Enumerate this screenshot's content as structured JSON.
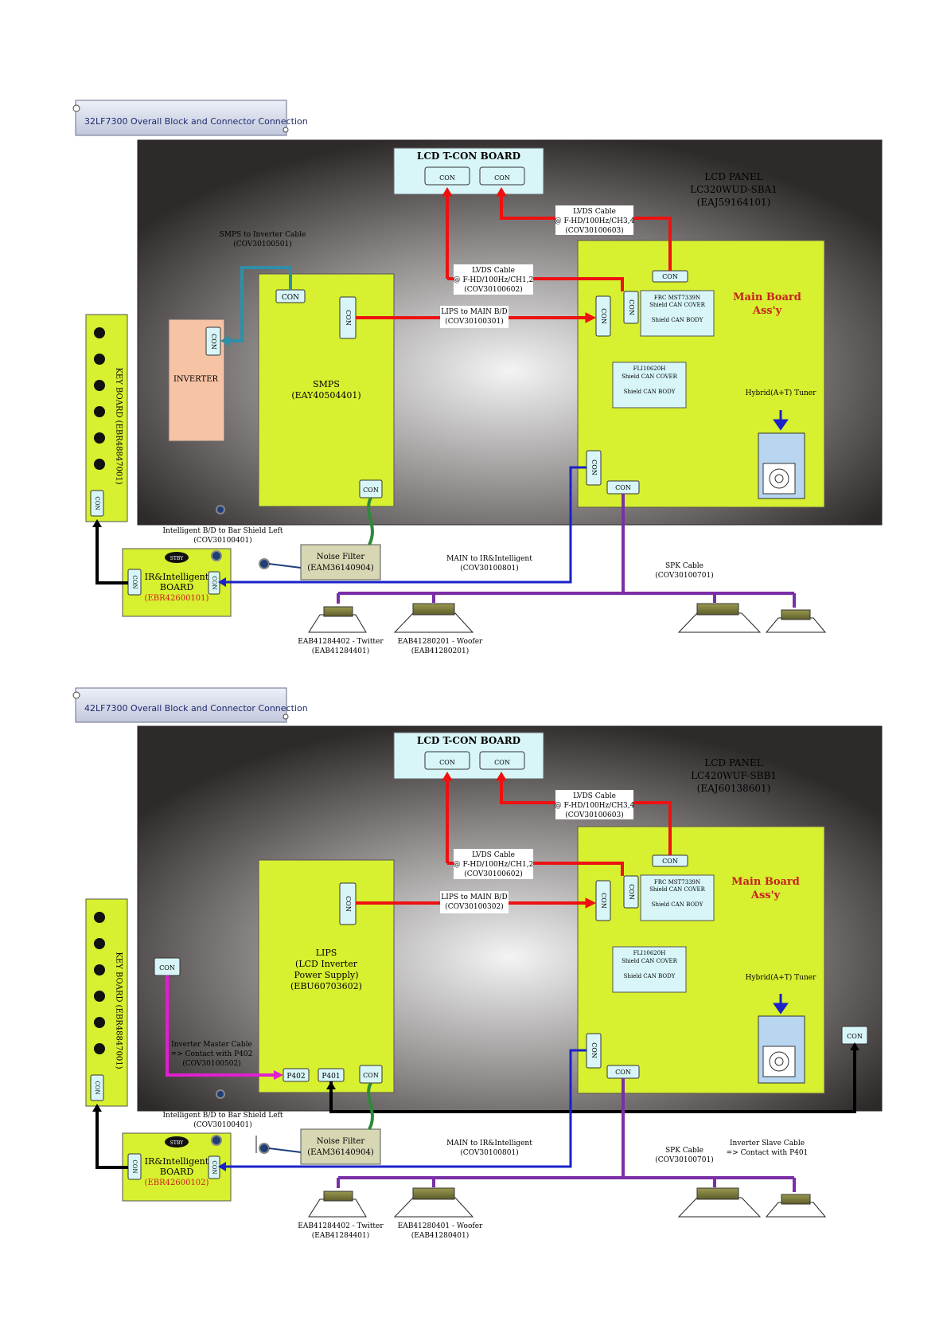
{
  "diagrams": [
    {
      "title": "32LF7300  Overall Block and Connector Connection",
      "tcon": {
        "title": "LCD T-CON BOARD",
        "con1": "CON",
        "con2": "CON"
      },
      "panel": [
        "LCD PANEL",
        "LC320WUD-SBA1",
        "(EAJ59164101)"
      ],
      "lvds2": [
        "LVDS Cable",
        "@ F-HD/100Hz/CH3,4",
        "(COV30100603)"
      ],
      "lvds1": [
        "LVDS Cable",
        "@ F-HD/100Hz/CH1,2",
        "(COV30100602)"
      ],
      "inv_cable": [
        "SMPS to Inverter Cable",
        "(COV30100501)"
      ],
      "inverter": {
        "label": "INVERTER",
        "con": "CON"
      },
      "power": {
        "con_top": "CON",
        "con_side": "CON",
        "con_bottom": "CON",
        "lines": [
          "SMPS",
          "(EAY40504401)"
        ]
      },
      "lips": [
        "LIPS to MAIN B/D",
        "(COV30100301)"
      ],
      "main": {
        "title": [
          "Main Board",
          "Ass'y"
        ],
        "con_top": "CON",
        "con_side1": "CON",
        "con_side2": "CON",
        "con_low": "CON",
        "con_bottom": "CON",
        "frc": [
          "FRC MST7339N",
          "Shield CAN COVER",
          "Shield CAN BODY"
        ],
        "fli": [
          "FLI10620H",
          "Shield CAN COVER",
          "Shield CAN BODY"
        ],
        "tuner": "Hybrid(A+T) Tuner"
      },
      "key": {
        "label": "KEY BOARD  (EBR48847001)",
        "con": "CON"
      },
      "shield": [
        "Intelligent B/D to Bar Shield Left",
        "(COV30100401)"
      ],
      "noise": [
        "Noise Filter",
        "(EAM36140904)"
      ],
      "ir": {
        "stby": "STBY",
        "lines": [
          "IR&Intelligent",
          "BOARD"
        ],
        "part": "(EBR42600101)",
        "con_left": "CON",
        "con_right": "CON"
      },
      "main_ir": [
        "MAIN to IR&Intelligent",
        "(COV30100801)"
      ],
      "spk": [
        "SPK Cable",
        "(COV30100701)"
      ],
      "twitter": [
        "EAB41284402 - Twitter",
        "(EAB41284401)"
      ],
      "woofer": [
        "EAB41280201 - Woofer",
        "(EAB41280201)"
      ]
    },
    {
      "title": "42LF7300  Overall Block and Connector Connection",
      "tcon": {
        "title": "LCD T-CON BOARD",
        "con1": "CON",
        "con2": "CON"
      },
      "panel": [
        "LCD PANEL",
        "LC420WUF-SBB1",
        "(EAJ60138601)"
      ],
      "lvds2": [
        "LVDS Cable",
        "@ F-HD/100Hz/CH3,4",
        "(COV30100603)"
      ],
      "lvds1": [
        "LVDS Cable",
        "@ F-HD/100Hz/CH1,2",
        "(COV30100602)"
      ],
      "power": {
        "con_side": "CON",
        "con_bottom": "CON",
        "p402": "P402",
        "p401": "P401",
        "lines": [
          "LIPS",
          "(LCD Inverter",
          "Power Supply)",
          "(EBU60703602)"
        ]
      },
      "lips": [
        "LIPS to MAIN B/D",
        "(COV30100302)"
      ],
      "left_con": "CON",
      "right_con": "CON",
      "inv_master": [
        "Inverter Master Cable",
        "=> Contact with P402",
        "(COV30100502)"
      ],
      "inv_slave": [
        "Inverter  Slave Cable",
        "=> Contact with P401"
      ],
      "main": {
        "title": [
          "Main Board",
          "Ass'y"
        ],
        "con_top": "CON",
        "con_side1": "CON",
        "con_side2": "CON",
        "con_low": "CON",
        "con_bottom": "CON",
        "frc": [
          "FRC MST7339N",
          "Shield CAN COVER",
          "Shield CAN BODY"
        ],
        "fli": [
          "FLI10620H",
          "Shield CAN COVER",
          "Shield CAN BODY"
        ],
        "tuner": "Hybrid(A+T) Tuner"
      },
      "key": {
        "label": "KEY BOARD  (EBR48847001)",
        "con": "CON"
      },
      "shield": [
        "Intelligent B/D to Bar Shield Left",
        "(COV30100401)"
      ],
      "noise": [
        "Noise Filter",
        "(EAM36140904)"
      ],
      "ir": {
        "stby": "STBY",
        "lines": [
          "IR&Intelligent",
          "BOARD"
        ],
        "part": "(EBR42600102)",
        "con_left": "CON",
        "con_right": "CON"
      },
      "main_ir": [
        "MAIN to IR&Intelligent",
        "(COV30100801)"
      ],
      "spk": [
        "SPK Cable",
        "(COV30100701)"
      ],
      "twitter": [
        "EAB41284402 - Twitter",
        "(EAB41284401)"
      ],
      "woofer": [
        "EAB41280401 - Woofer",
        "(EAB41280401)"
      ]
    }
  ],
  "colors": {
    "panel_bg": "#2e2a2a",
    "board": "#d7f02f",
    "tcon": "#d8f6f8",
    "inverter": "#f6c3a4",
    "lvds_wire": "#ee1111",
    "main_ir_wire": "#1a22c8",
    "spk_wire": "#7a2fa6",
    "smps_inv_wire": "#2f8fa8",
    "noise_wire": "#2d8a3a",
    "master_wire": "#e020d0",
    "black_wire": "#000000"
  }
}
